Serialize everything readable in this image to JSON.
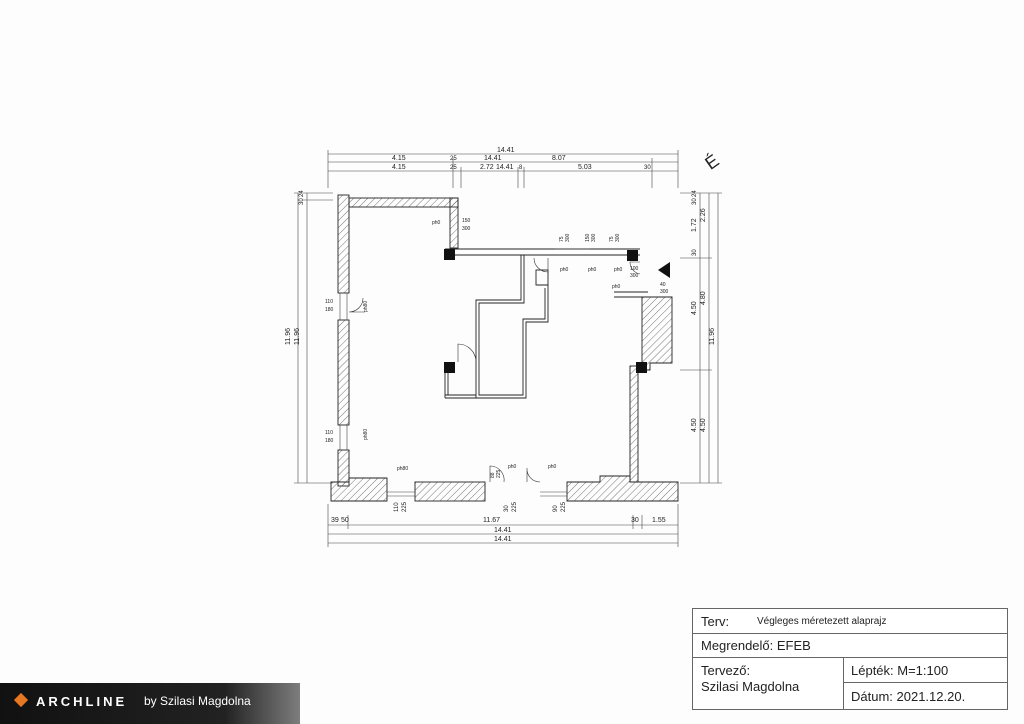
{
  "plan": {
    "north_label": "É",
    "dims_top": {
      "overall": "14.41",
      "row2": [
        "4.15",
        "25",
        "14.41",
        "8.07"
      ],
      "row3": [
        "4.15",
        "25",
        "2.72",
        "14.41",
        "8",
        "5.03",
        "30"
      ]
    },
    "dims_bottom": {
      "row1": [
        "39",
        "50",
        "110",
        "225",
        "30",
        "225",
        "90",
        "225",
        "30",
        "1.55"
      ],
      "mid": "11.67",
      "row2": "14.41",
      "row3": "14.41"
    },
    "dims_left": {
      "small": [
        "30",
        "24"
      ],
      "total_a": "11.96",
      "total_b": "11.96",
      "windows": [
        "110",
        "180",
        "110",
        "180"
      ]
    },
    "dims_right": {
      "small": [
        "30",
        "24",
        "1.72",
        "2.26",
        "30"
      ],
      "mid": [
        "4.50",
        "4.80",
        "4.50",
        "4.50"
      ],
      "total": "11.96"
    },
    "openings": {
      "labels": [
        "ph0",
        "150",
        "300",
        "75",
        "300",
        "150",
        "300",
        "75",
        "300",
        "100",
        "300",
        "40",
        "300",
        "ph0",
        "ph0",
        "ph0",
        "ph80",
        "ph80",
        "ph80",
        "ph0",
        "ph0",
        "88",
        "225",
        "ph0"
      ]
    }
  },
  "title_block": {
    "terv_label": "Terv:",
    "terv_value": "Végleges méretezett alaprajz",
    "megrendelo": "Megrendelő: EFEB",
    "tervezo_label": "Tervező:",
    "tervezo_name": "Szilasi Magdolna",
    "leptek": "Lépték: M=1:100",
    "datum": "Dátum: 2021.12.20."
  },
  "brand": {
    "name": "ARCHLINE",
    "by": "by Szilasi Magdolna"
  },
  "colors": {
    "accent": "#e87722",
    "line": "#333333"
  }
}
